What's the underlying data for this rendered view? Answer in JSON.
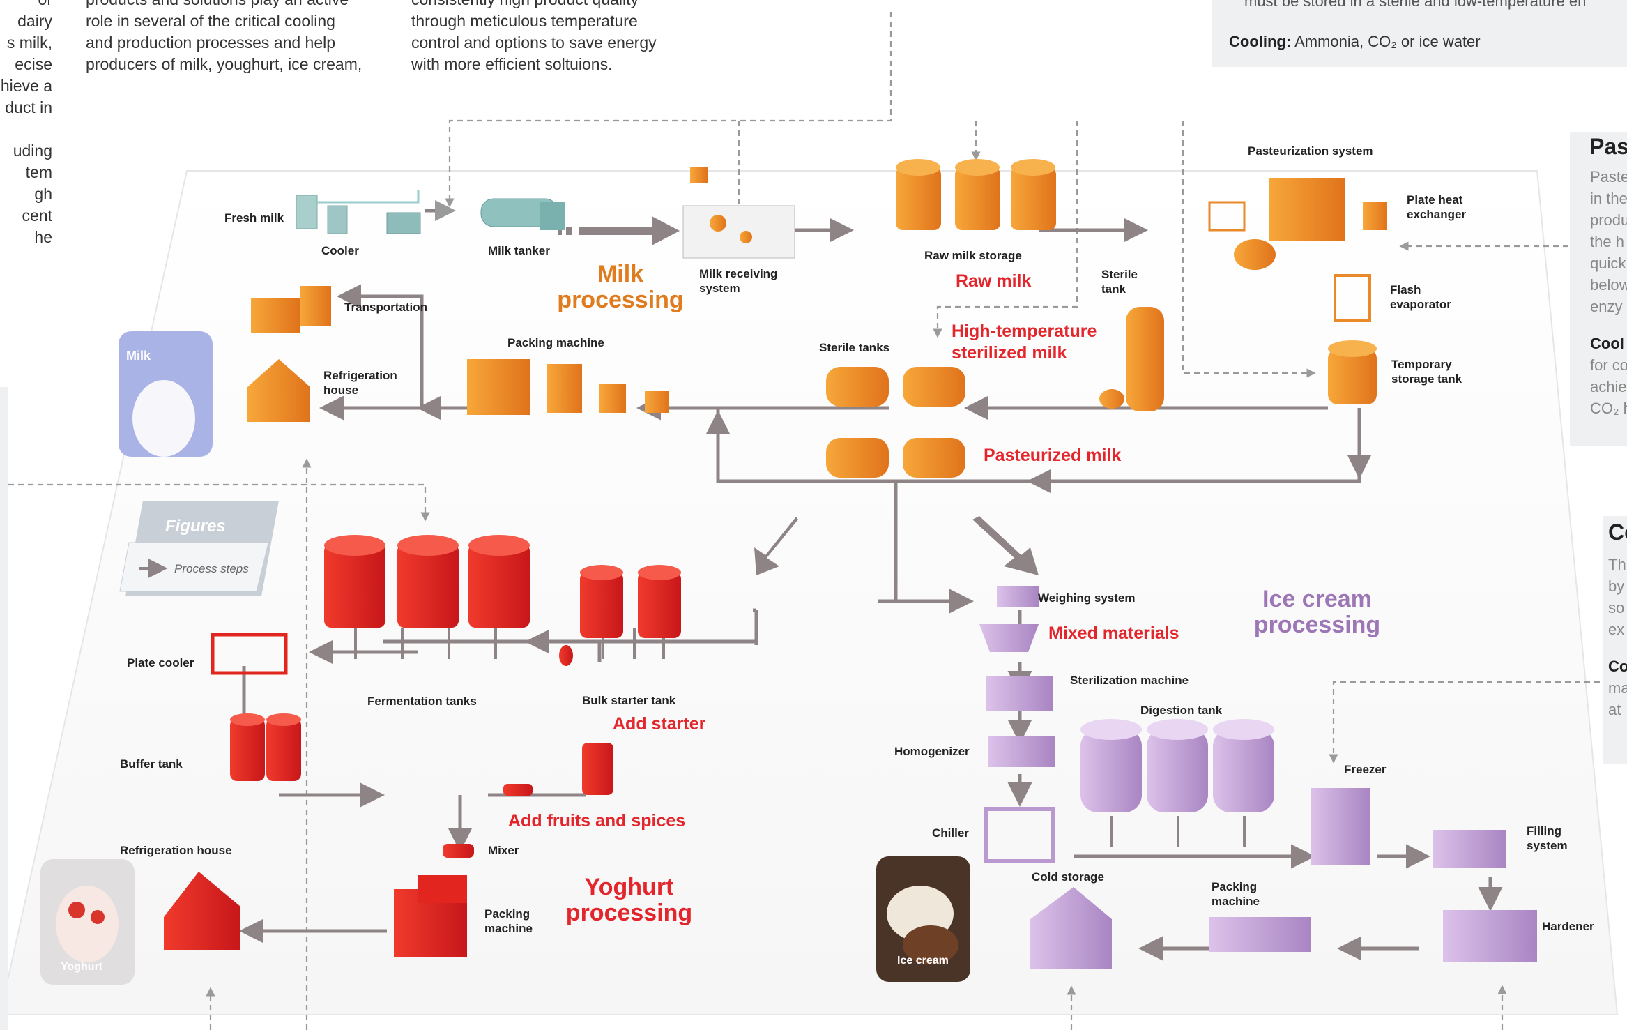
{
  "intro": {
    "col1_lines": [
      "or",
      "dairy",
      "s milk,",
      "ecise",
      "hieve a",
      "duct in",
      "",
      "uding",
      "tem",
      "gh",
      "cent",
      "he"
    ],
    "col2_lines": [
      "products and solutions play an active",
      "role in several of the critical cooling",
      "and production processes and help",
      "producers of milk, youghurt, ice cream,"
    ],
    "col3_lines": [
      "consistently high product quality",
      "through meticulous temperature",
      "control and options to save energy",
      "with more efficient soltuions."
    ]
  },
  "top_panel": {
    "line1": "must be stored in a sterile and low-temperature en",
    "cooling_label": "Cooling:",
    "cooling_text": "Ammonia, CO₂ or ice water"
  },
  "right_panel_1": {
    "heading": "Pas",
    "lines": [
      "Paste",
      "in the",
      "produ",
      "the h",
      "quick",
      "below",
      "enzy"
    ],
    "bold": "Cool",
    "lines2": [
      "for co",
      "achie",
      "CO₂ h"
    ]
  },
  "right_panel_2": {
    "heading": "Co",
    "lines": [
      "Th",
      "by",
      "so",
      "ex"
    ],
    "bold": "Co",
    "lines2": [
      "ma",
      "at"
    ]
  },
  "legend": {
    "title": "Figures",
    "item": "Process steps"
  },
  "sections": {
    "milk": [
      "Milk",
      "processing"
    ],
    "yoghurt": [
      "Yoghurt",
      "processing"
    ],
    "icecream": [
      "Ice cream",
      "processing"
    ]
  },
  "stages": {
    "raw_milk": "Raw milk",
    "hts_milk": [
      "High-temperature",
      "sterilized milk"
    ],
    "pasteurized": "Pasteurized milk",
    "mixed": "Mixed materials",
    "add_starter": "Add starter",
    "add_fruits": "Add fruits and spices"
  },
  "equipment": {
    "fresh_milk": "Fresh milk",
    "cooler": "Cooler",
    "milk_tanker": "Milk tanker",
    "milk_receiving": [
      "Milk receiving",
      "system"
    ],
    "raw_milk_storage": "Raw milk storage",
    "pasteurization_system": "Pasteurization system",
    "plate_heat_exchanger": [
      "Plate heat",
      "exchanger"
    ],
    "flash_evaporator": [
      "Flash",
      "evaporator"
    ],
    "temporary_storage": [
      "Temporary",
      "storage tank"
    ],
    "sterile_tank": [
      "Sterile",
      "tank"
    ],
    "sterile_tanks": "Sterile tanks",
    "packing_machine": "Packing machine",
    "transportation": "Transportation",
    "refrigeration_house": [
      "Refrigeration",
      "house"
    ],
    "weighing_system": "Weighing system",
    "sterilization_machine": "Sterilization machine",
    "digestion_tank": "Digestion tank",
    "homogenizer": "Homogenizer",
    "chiller": "Chiller",
    "freezer": "Freezer",
    "filling_system": [
      "Filling",
      "system"
    ],
    "hardener": "Hardener",
    "cold_storage": "Cold storage",
    "ic_packing_machine": [
      "Packing",
      "machine"
    ],
    "plate_cooler": "Plate cooler",
    "fermentation_tanks": "Fermentation tanks",
    "bulk_starter_tank": "Bulk starter tank",
    "buffer_tank": "Buffer tank",
    "mixer": "Mixer",
    "y_packing_machine": [
      "Packing",
      "machine"
    ],
    "y_refrigeration_house": "Refrigeration house"
  },
  "photos": {
    "milk": "Milk",
    "yoghurt": "Yoghurt",
    "ice_cream": "Ice cream"
  },
  "colors": {
    "milk_orange": "#f0901e",
    "yoghurt_red": "#e8241f",
    "icecream_purple": "#c9a5dc",
    "pipe": "#8f8485",
    "dashed": "#9a9a9a",
    "accent_red": "#e2262b"
  }
}
